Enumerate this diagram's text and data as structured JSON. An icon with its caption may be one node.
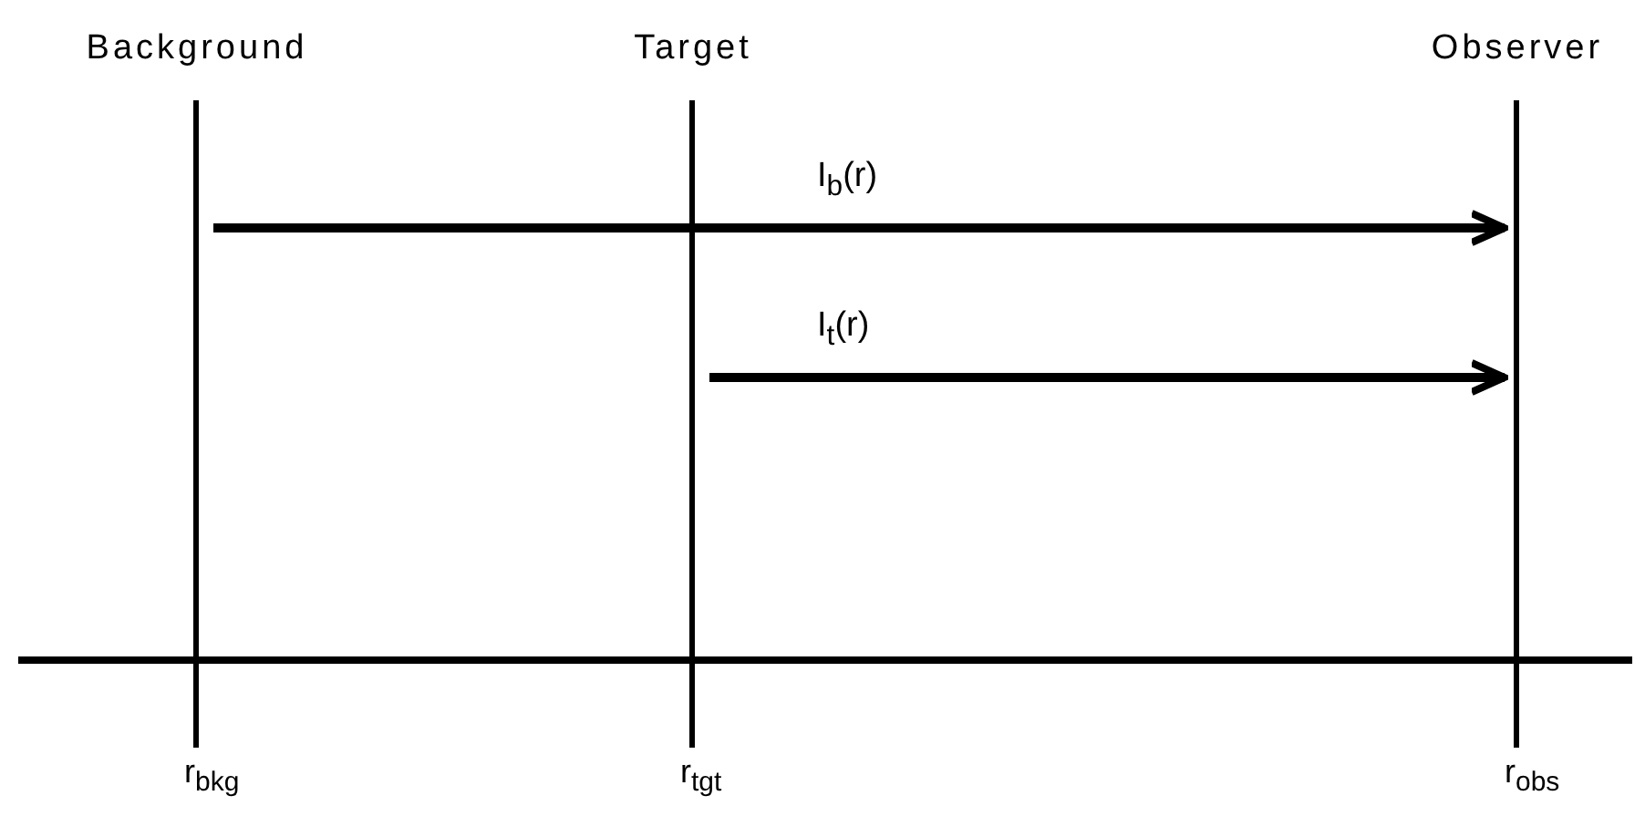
{
  "diagram": {
    "nodes": [
      {
        "text": [
          "Background"
        ],
        "beside": [
          "r$_{bkg}$"
        ]
      },
      {
        "text": [
          "Target"
        ],
        "beside": [
          "r$_{tgt}$"
        ]
      },
      {
        "text": [
          "Observer"
        ],
        "beside": [
          "r$_{obs}$"
        ]
      }
    ],
    "edges": [
      {
        "from": 0,
        "to": 2,
        "arrow": "to",
        "label": "I$_{b}$(r)"
      },
      {
        "from": 1,
        "to": 2,
        "arrow": "to",
        "label": "I$_{t}$(r)"
      }
    ]
  }
}
